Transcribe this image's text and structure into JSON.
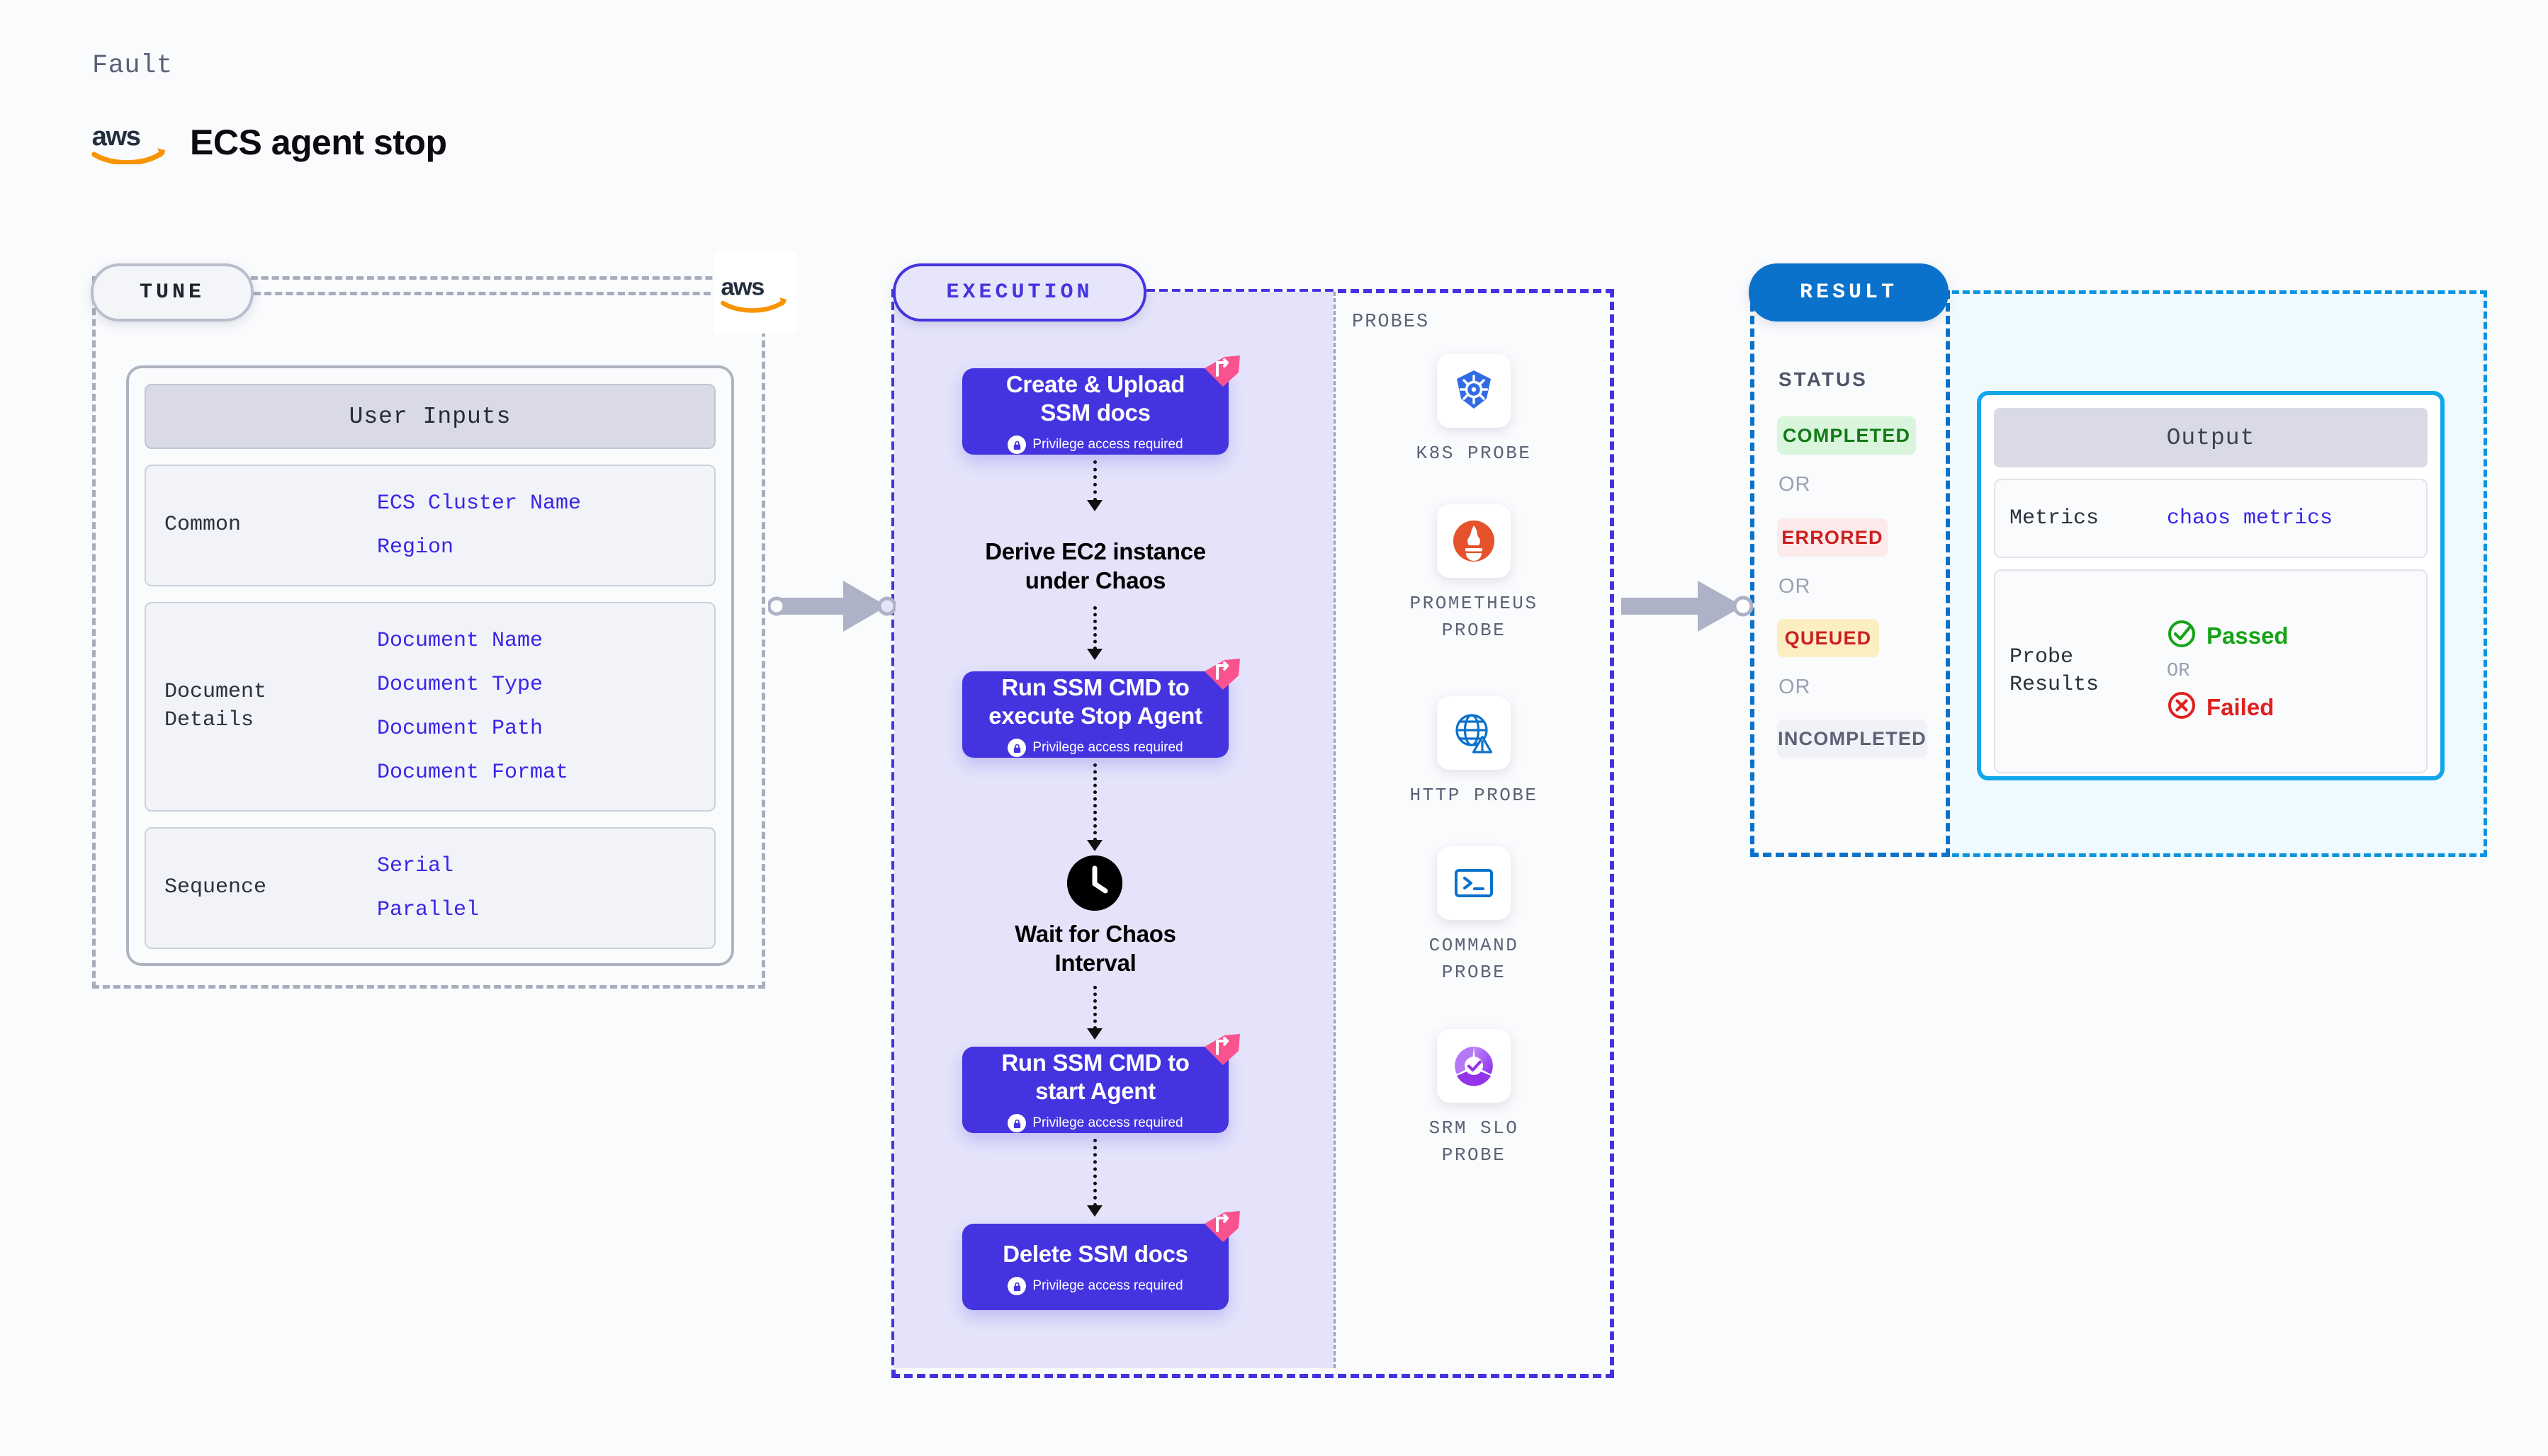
{
  "header": {
    "fault_label": "Fault",
    "title": "ECS agent stop",
    "logo": "aws-logo"
  },
  "tune": {
    "pill_label": "TUNE",
    "corner_logo": "aws-logo",
    "card_title": "User Inputs",
    "groups": [
      {
        "label": "Common",
        "values": [
          "ECS Cluster Name",
          "Region"
        ]
      },
      {
        "label": "Document\nDetails",
        "values": [
          "Document Name",
          "Document Type",
          "Document Path",
          "Document Format"
        ]
      },
      {
        "label": "Sequence",
        "values": [
          "Serial",
          "Parallel"
        ]
      }
    ]
  },
  "execution": {
    "pill_label": "EXECUTION",
    "privilege_note": "Privilege access required",
    "steps": [
      {
        "type": "node",
        "title": "Create & Upload\nSSM docs",
        "privileged": true,
        "badge": "litmus-badge"
      },
      {
        "type": "text",
        "title": "Derive EC2 instance\nunder Chaos"
      },
      {
        "type": "node",
        "title": "Run SSM CMD to\nexecute Stop Agent",
        "privileged": true,
        "badge": "litmus-badge"
      },
      {
        "type": "text",
        "title": "Wait for Chaos\nInterval",
        "icon": "clock-icon"
      },
      {
        "type": "node",
        "title": "Run SSM CMD to\nstart Agent",
        "privileged": true,
        "badge": "litmus-badge"
      },
      {
        "type": "node",
        "title": "Delete SSM docs",
        "privileged": true,
        "badge": "litmus-badge"
      }
    ]
  },
  "probes": {
    "label": "PROBES",
    "items": [
      {
        "name": "K8S  PROBE",
        "icon": "kubernetes-icon"
      },
      {
        "name": "PROMETHEUS\nPROBE",
        "icon": "prometheus-icon"
      },
      {
        "name": "HTTP  PROBE",
        "icon": "http-globe-icon"
      },
      {
        "name": "COMMAND\nPROBE",
        "icon": "terminal-icon"
      },
      {
        "name": "SRM  SLO\nPROBE",
        "icon": "srm-slo-icon"
      }
    ]
  },
  "result": {
    "pill_label": "RESULT",
    "status_label": "STATUS",
    "or_text": "OR",
    "statuses": [
      {
        "label": "COMPLETED",
        "bg": "#d9f5dc",
        "fg": "#147a17"
      },
      {
        "label": "ERRORED",
        "bg": "#fdeaea",
        "fg": "#cc2020"
      },
      {
        "label": "QUEUED",
        "bg": "#fdeec2",
        "fg": "#cc2020"
      },
      {
        "label": "INCOMPLETED",
        "bg": "#f1f2f7",
        "fg": "#5c6276"
      }
    ]
  },
  "output": {
    "card_title": "Output",
    "metrics_label": "Metrics",
    "metrics_value": "chaos metrics",
    "probe_results_label": "Probe\nResults",
    "passed_label": "Passed",
    "failed_label": "Failed",
    "or_text": "OR"
  },
  "colors": {
    "accent_purple": "#4434e0",
    "accent_blue": "#0a72cb",
    "link_blue": "#3826e8",
    "litmus_pink": "#f9538f",
    "aws_orange": "#f79400"
  }
}
